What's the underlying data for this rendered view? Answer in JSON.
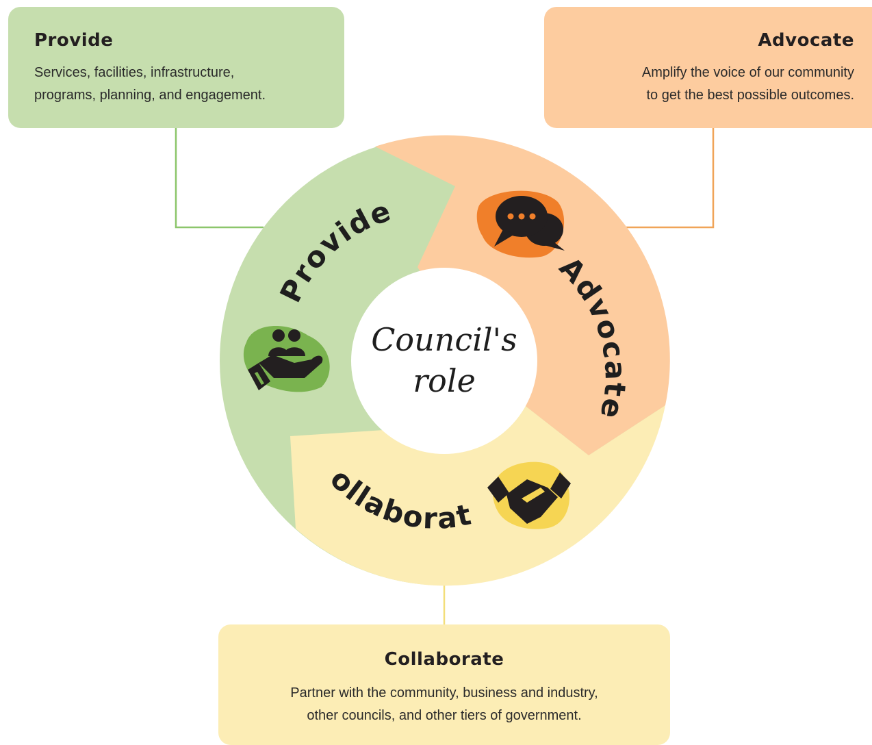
{
  "cards": {
    "provide": {
      "title": "Provide",
      "line1": "Services, facilities, infrastructure,",
      "line2": "programs, planning, and engagement."
    },
    "advocate": {
      "title": "Advocate",
      "line1": "Amplify the voice of our community",
      "line2": "to get the best possible outcomes."
    },
    "collaborate": {
      "title": "Collaborate",
      "line1": "Partner with the community, business and industry,",
      "line2": "other councils, and other tiers of government."
    }
  },
  "wheel": {
    "center_line1": "Council's",
    "center_line2": "role",
    "segments": [
      {
        "label": "Provide",
        "icon": "caring-hand-people-icon"
      },
      {
        "label": "Advocate",
        "icon": "speech-bubbles-icon"
      },
      {
        "label": "Collaborate",
        "icon": "handshake-icon"
      }
    ]
  },
  "colors": {
    "provide_bg": "#c6deae",
    "provide_line": "#8cc66b",
    "provide_icon_blob": "#7ab34f",
    "advocate_bg": "#fdcc9f",
    "advocate_line": "#f0a458",
    "advocate_icon_blob": "#f07f2a",
    "collaborate_bg": "#fcedb5",
    "collaborate_line": "#f3de7a",
    "collaborate_icon_blob": "#f6d553"
  }
}
